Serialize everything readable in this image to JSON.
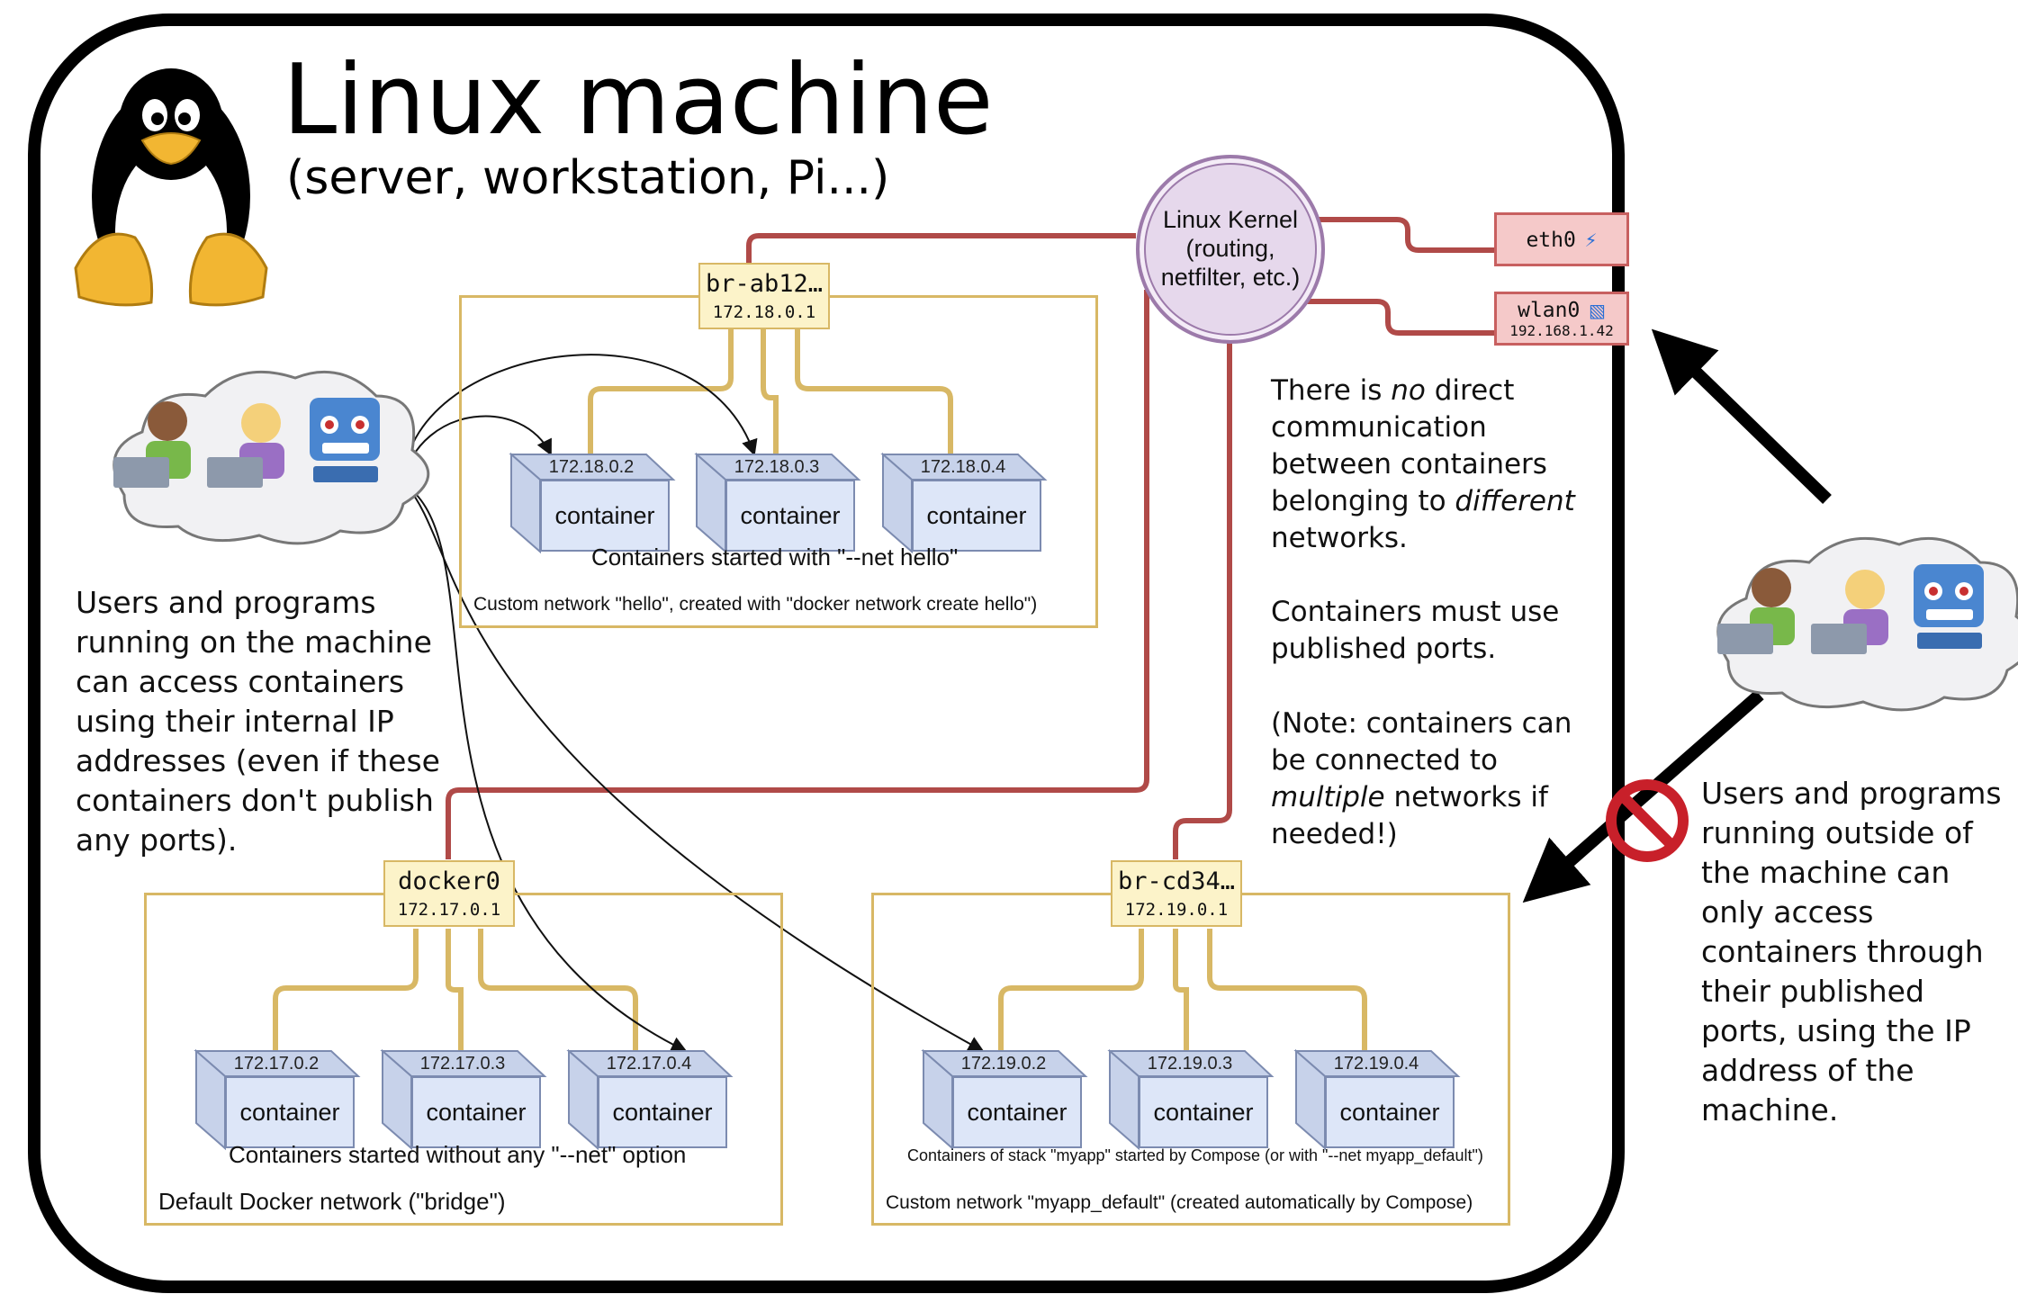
{
  "title": "Linux machine",
  "subtitle": "(server, workstation, Pi...)",
  "kernel": {
    "line1": "Linux Kernel",
    "line2": "(routing,",
    "line3": "netfilter, etc.)"
  },
  "interfaces": {
    "eth0": {
      "name": "eth0",
      "icon": "plug-icon"
    },
    "wlan0": {
      "name": "wlan0",
      "ip": "192.168.1.42",
      "icon": "signal-icon"
    }
  },
  "networks": {
    "hello": {
      "bridge_name": "br-ab12…",
      "bridge_ip": "172.18.0.1",
      "containers": [
        {
          "ip": "172.18.0.2",
          "label": "container"
        },
        {
          "ip": "172.18.0.3",
          "label": "container"
        },
        {
          "ip": "172.18.0.4",
          "label": "container"
        }
      ],
      "caption": "Containers started with \"--net hello\"",
      "network_label": "Custom network \"hello\", created with \"docker network create hello\")"
    },
    "default": {
      "bridge_name": "docker0",
      "bridge_ip": "172.17.0.1",
      "containers": [
        {
          "ip": "172.17.0.2",
          "label": "container"
        },
        {
          "ip": "172.17.0.3",
          "label": "container"
        },
        {
          "ip": "172.17.0.4",
          "label": "container"
        }
      ],
      "caption": "Containers started without any \"--net\" option",
      "network_label": "Default Docker network (\"bridge\")"
    },
    "myapp": {
      "bridge_name": "br-cd34…",
      "bridge_ip": "172.19.0.1",
      "containers": [
        {
          "ip": "172.19.0.2",
          "label": "container"
        },
        {
          "ip": "172.19.0.3",
          "label": "container"
        },
        {
          "ip": "172.19.0.4",
          "label": "container"
        }
      ],
      "caption": "Containers of stack \"myapp\" started by Compose (or with \"--net myapp_default\")",
      "network_label": "Custom network \"myapp_default\" (created automatically by Compose)"
    }
  },
  "inside_users_text": "Users and programs running on the machine can access containers using their internal IP addresses (even if these containers don't publish any ports).",
  "outside_users_text": "Users and programs running outside of the machine can only access containers through their published ports, using the IP address of the machine.",
  "notes": {
    "no_direct_pre": "There is ",
    "no_direct_em1": "no",
    "no_direct_mid": " direct communication between containers belonging to ",
    "no_direct_em2": "different",
    "no_direct_post": " networks.",
    "published": "Containers must use published ports.",
    "multi_pre": "(Note: containers can be connected to ",
    "multi_em": "multiple",
    "multi_post": " networks if needed!)"
  },
  "colors": {
    "route_line": "#b04a48",
    "bridge_line": "#d8b865",
    "bridge_fill": "#fcf3c9",
    "container_fill": "#dde6f8",
    "kernel_fill": "#e6d8ec",
    "iface_fill": "#f5c9c9",
    "no_entry": "#c8202a"
  },
  "icons": [
    "tux-penguin-icon",
    "users-cloud-icon",
    "no-entry-icon",
    "arrow-icon"
  ]
}
